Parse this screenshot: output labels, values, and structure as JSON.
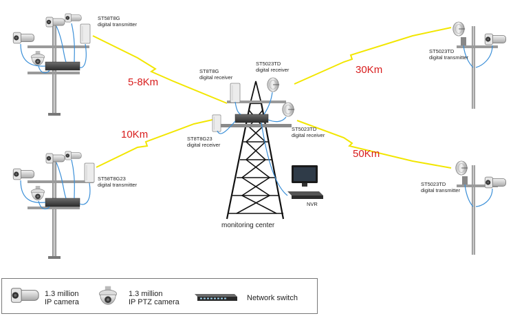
{
  "links": [
    {
      "id": "link-tl",
      "distance": "5-8Km"
    },
    {
      "id": "link-ml",
      "distance": "10Km"
    },
    {
      "id": "link-tr",
      "distance": "30Km"
    },
    {
      "id": "link-br",
      "distance": "50Km"
    }
  ],
  "sites": {
    "top_left": {
      "model": "ST58T8G",
      "role": "digital transmitter"
    },
    "mid_left": {
      "model": "ST58T8G23",
      "role": "digital transmitter"
    },
    "top_right": {
      "model": "ST5023TD",
      "role": "digital transmitter"
    },
    "bottom_right": {
      "model": "ST5023TD",
      "role": "digital transmitter"
    }
  },
  "center": {
    "label": "monitoring center",
    "nvr_label": "NVR",
    "receivers": [
      {
        "model": "ST8T8G",
        "role": "digital receiver"
      },
      {
        "model": "ST5023TD",
        "role": "digital receiver"
      },
      {
        "model": "ST8T8G23",
        "role": "digital receiver"
      },
      {
        "model": "ST5023TD",
        "role": "digital receiver"
      }
    ]
  },
  "legend": {
    "ip_camera_line1": "1.3 million",
    "ip_camera_line2": "IP camera",
    "ptz_camera_line1": "1.3 million",
    "ptz_camera_line2": "IP PTZ camera",
    "switch": "Network switch"
  },
  "colors": {
    "link_yellow": "#f2e600",
    "distance_red": "#d81c1c",
    "cable_blue": "#3a8fd8",
    "pole_gray": "#9a9a9a"
  }
}
